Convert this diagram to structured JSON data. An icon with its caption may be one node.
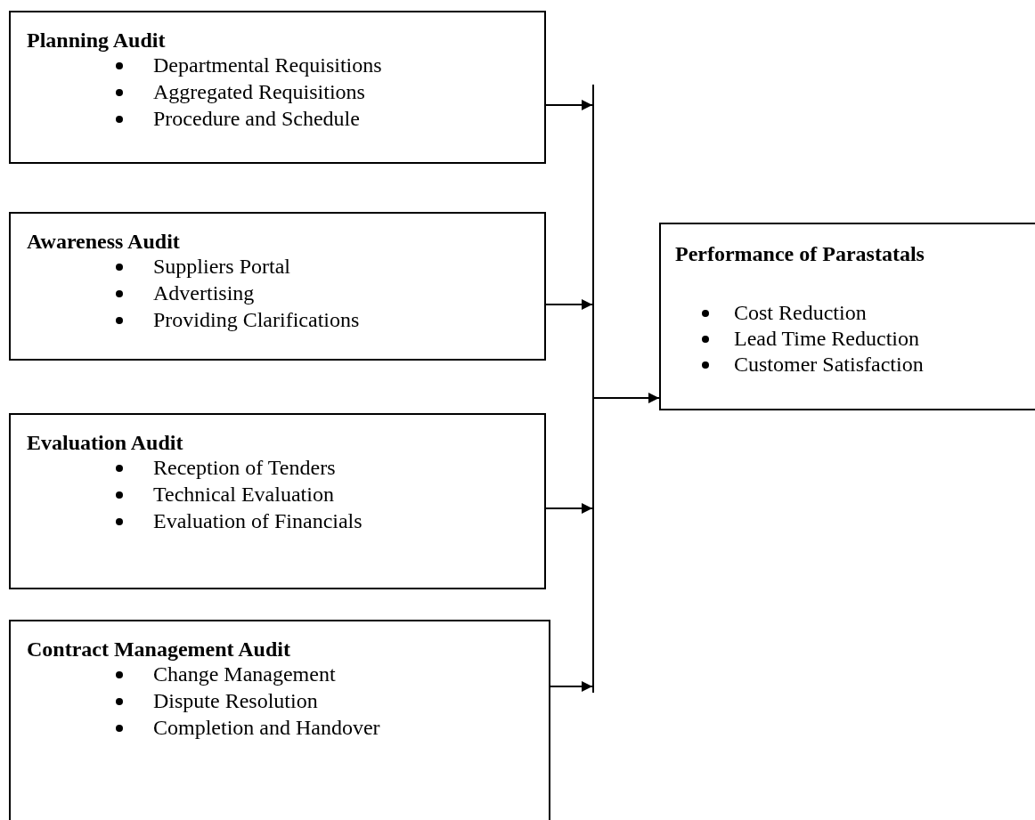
{
  "diagram": {
    "nodes": [
      {
        "text": [
          "Planning Audit",
          "Departmental Requisitions",
          "Aggregated Requisitions",
          "Procedure and Schedule"
        ]
      },
      {
        "text": [
          "Awareness Audit",
          "Suppliers Portal",
          "Advertising",
          "Providing Clarifications"
        ]
      },
      {
        "text": [
          "Evaluation Audit",
          "Reception of Tenders",
          "Technical Evaluation",
          "Evaluation of Financials"
        ]
      },
      {
        "text": [
          "Contract Management Audit",
          "Change Management",
          "Dispute Resolution",
          "Completion and Handover"
        ]
      },
      {
        "text": [],
        "shape": "bar"
      },
      {
        "text": [
          "Performance of Parastatals",
          "Cost Reduction",
          "Lead Time Reduction",
          "Customer Satisfaction"
        ]
      }
    ],
    "edges": [
      {
        "from": 0,
        "to": 4,
        "arrow": "to"
      },
      {
        "from": 1,
        "to": 4,
        "arrow": "to"
      },
      {
        "from": 2,
        "to": 4,
        "arrow": "to"
      },
      {
        "from": 3,
        "to": 4,
        "arrow": "to"
      },
      {
        "from": 4,
        "to": 5,
        "arrow": "to"
      }
    ]
  }
}
